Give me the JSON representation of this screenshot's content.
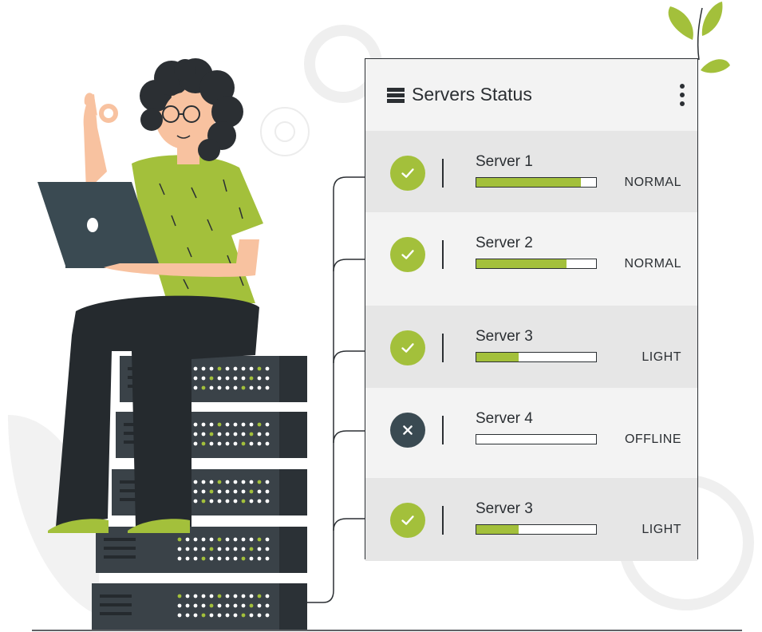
{
  "panel": {
    "title": "Servers Status",
    "title_icon": "server-stack-icon",
    "menu_icon": "more-vertical-icon"
  },
  "servers": [
    {
      "name": "Server 1",
      "status": "NORMAL",
      "load": 0.87,
      "ok": true
    },
    {
      "name": "Server 2",
      "status": "NORMAL",
      "load": 0.75,
      "ok": true
    },
    {
      "name": "Server 3",
      "status": "LIGHT",
      "load": 0.35,
      "ok": true
    },
    {
      "name": "Server 4",
      "status": "OFFLINE",
      "load": 0.0,
      "ok": false
    },
    {
      "name": "Server 3",
      "status": "LIGHT",
      "load": 0.35,
      "ok": true
    }
  ],
  "colors": {
    "accent": "#a3c03b",
    "dark": "#2b2f33",
    "offline": "#3a4a52",
    "skin": "#f8c2a0",
    "rack": "#3a4248"
  }
}
